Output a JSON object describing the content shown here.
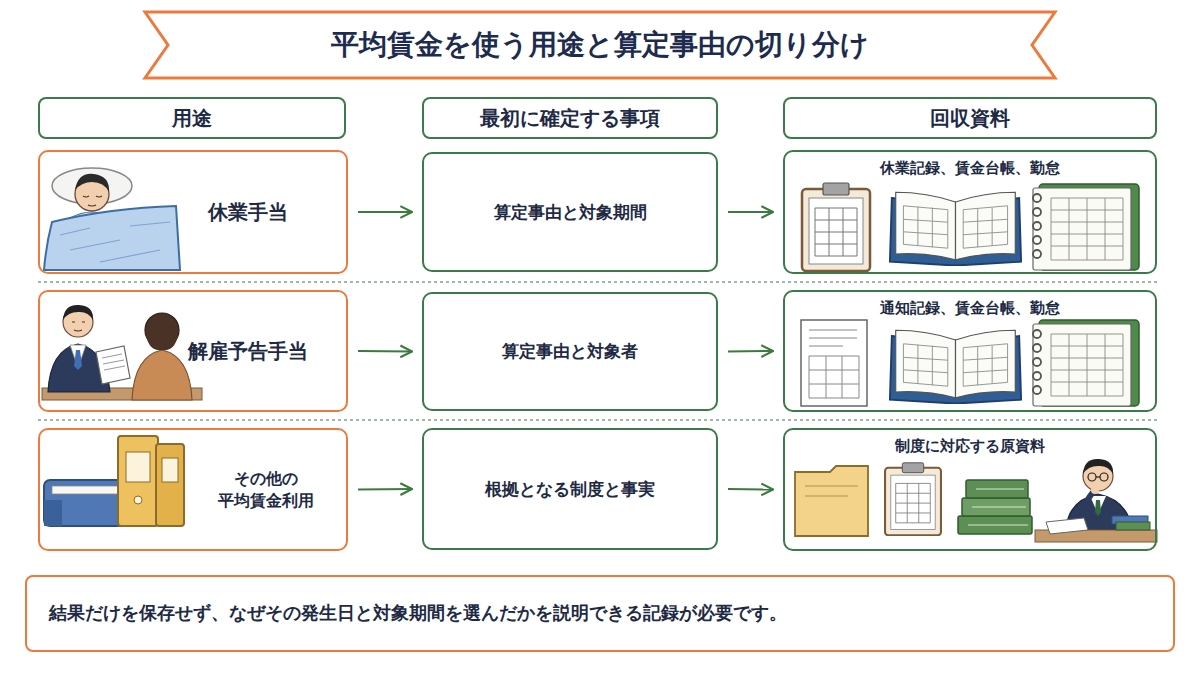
{
  "diagram": {
    "title": "平均賃金を使う用途と算定事由の切り分け",
    "nodes": [
      {
        "text": [
          "用途"
        ]
      },
      {
        "text": [
          "最初に確定する事項"
        ]
      },
      {
        "text": [
          "回収資料"
        ]
      },
      {
        "text": [
          "休業手当"
        ]
      },
      {
        "text": [
          "算定事由と対象期間"
        ]
      },
      {
        "text": [
          "休業記録、賃金台帳、勤怠"
        ]
      },
      {
        "text": [
          "解雇予告手当"
        ]
      },
      {
        "text": [
          "算定事由と対象者"
        ]
      },
      {
        "text": [
          "通知記録、賃金台帳、勤怠"
        ]
      },
      {
        "text": [
          "その他の 平均賃金利用"
        ]
      },
      {
        "text": [
          "根拠となる制度と事実"
        ]
      },
      {
        "text": [
          "制度に対応する原資料"
        ]
      },
      {
        "text": [
          "結果だけを保存せず、なぜその発生日と対象期間を選んだかを説明できる記録が必要です。"
        ]
      }
    ],
    "edges": [
      {
        "from": 3,
        "to": 4,
        "arrow": "to"
      },
      {
        "from": 4,
        "to": 5,
        "arrow": "to"
      },
      {
        "from": 6,
        "to": 7,
        "arrow": "to"
      },
      {
        "from": 7,
        "to": 8,
        "arrow": "to"
      },
      {
        "from": 9,
        "to": 10,
        "arrow": "to"
      },
      {
        "from": 10,
        "to": 11,
        "arrow": "to"
      }
    ]
  }
}
